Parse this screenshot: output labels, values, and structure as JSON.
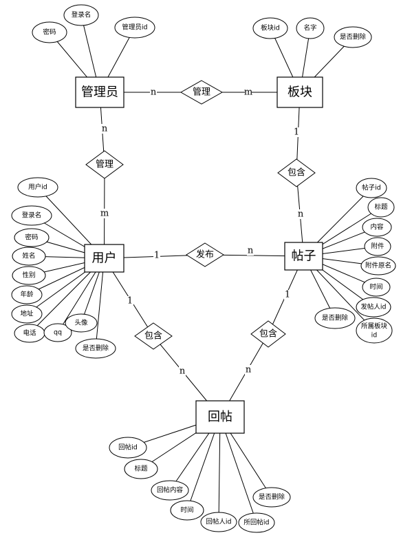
{
  "entities": {
    "admin": "管理员",
    "board": "板块",
    "user": "用户",
    "post": "帖子",
    "reply": "回帖"
  },
  "relations": {
    "admin_board": "管理",
    "admin_user": "管理",
    "board_post": "包含",
    "user_post": "发布",
    "user_reply": "包含",
    "post_reply": "包含"
  },
  "cardinalities": {
    "admin_board_admin": "n",
    "admin_board_board": "m",
    "admin_user_admin": "n",
    "admin_user_user": "m",
    "board_post_board": "1",
    "board_post_post": "n",
    "user_post_user": "1",
    "user_post_post": "n",
    "user_reply_user": "1",
    "user_reply_reply": "n",
    "post_reply_post": "1",
    "post_reply_reply": "n"
  },
  "attributes": {
    "admin": [
      "密码",
      "登录名",
      "管理员id"
    ],
    "board": [
      "板块id",
      "名字",
      "是否删除"
    ],
    "user": [
      "用户id",
      "登录名",
      "密码",
      "姓名",
      "性别",
      "年龄",
      "地址",
      "电话",
      "qq",
      "头像",
      "是否删除"
    ],
    "post": [
      "帖子id",
      "标题",
      "内容",
      "附件",
      "附件原名",
      "时间",
      "发帖人id",
      "所属板块id",
      "是否删除"
    ],
    "reply": [
      "回帖id",
      "标题",
      "回帖内容",
      "时间",
      "回帖人id",
      "所回帖id",
      "是否删除"
    ]
  }
}
